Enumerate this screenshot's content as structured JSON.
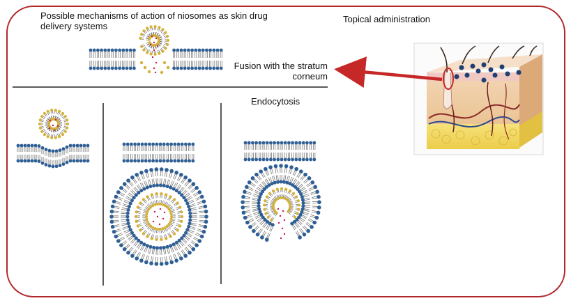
{
  "labels": {
    "title": "Possible mechanisms of action of niosomes as skin drug delivery systems",
    "topical": "Topical administration",
    "fusion": "Fusion with the stratum corneum",
    "endocytosis": "Endocytosis"
  },
  "colors": {
    "frame": "#b0282d",
    "arrow": "#c62828",
    "lipid_head_blue": "#2f5f95",
    "lipid_head_gold": "#d4b13a",
    "lipid_tail": "#666666",
    "drug": "#c2185b",
    "divider": "#222222"
  },
  "icons": {
    "skin": "skin-cross-section-icon",
    "niosome": "niosome-vesicle-icon",
    "membrane": "lipid-bilayer-icon"
  }
}
